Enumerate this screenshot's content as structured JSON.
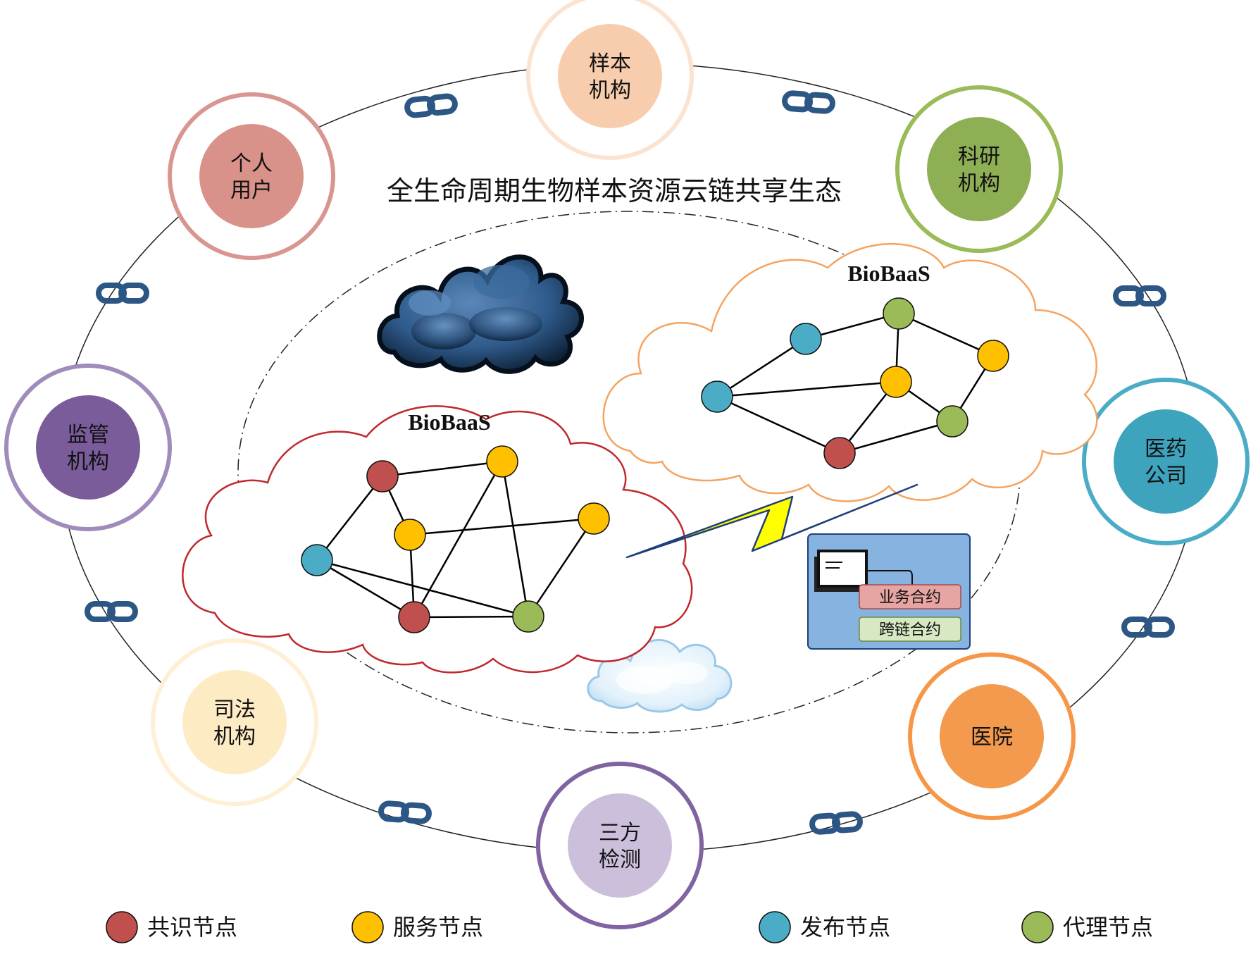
{
  "title": "全生命周期生物样本资源云链共享生态",
  "organizations": [
    {
      "id": "sample",
      "lines": [
        "样本",
        "机构"
      ],
      "color": "#f8cdae",
      "ring": "#fbe3d1"
    },
    {
      "id": "research",
      "lines": [
        "科研",
        "机构"
      ],
      "color": "#8faf55",
      "ring": "#9bbb59"
    },
    {
      "id": "pharma",
      "lines": [
        "医药",
        "公司"
      ],
      "color": "#3ea3bd",
      "ring": "#4bacc6"
    },
    {
      "id": "hospital",
      "lines": [
        "医院"
      ],
      "color": "#f39a4e",
      "ring": "#f79646"
    },
    {
      "id": "thirdparty",
      "lines": [
        "三方",
        "检测"
      ],
      "color": "#cbbfdb",
      "ring": "#8064a2"
    },
    {
      "id": "judicial",
      "lines": [
        "司法",
        "机构"
      ],
      "color": "#fdebc4",
      "ring": "#fef0d4"
    },
    {
      "id": "regulator",
      "lines": [
        "监管",
        "机构"
      ],
      "color": "#7a5c9b",
      "ring": "#a08cbb"
    },
    {
      "id": "individual",
      "lines": [
        "个人",
        "用户"
      ],
      "color": "#d99289",
      "ring": "#d9958f"
    }
  ],
  "clouds": [
    {
      "id": "biobaas-left",
      "label": "BioBaaS",
      "outline": "#c0282d"
    },
    {
      "id": "biobaas-right",
      "label": "BioBaaS",
      "outline": "#f4a460"
    }
  ],
  "contracts": {
    "business": "业务合约",
    "crosschain": "跨链合约"
  },
  "legend": [
    {
      "type": "consensus",
      "label": "共识节点",
      "color": "#c0504d"
    },
    {
      "type": "service",
      "label": "服务节点",
      "color": "#ffc000"
    },
    {
      "type": "publish",
      "label": "发布节点",
      "color": "#4bacc6"
    },
    {
      "type": "agent",
      "label": "代理节点",
      "color": "#9bbb59"
    }
  ],
  "icons": [
    "chain-link-icon",
    "storm-cloud-icon",
    "light-cloud-icon",
    "lightning-icon",
    "server-icon"
  ]
}
